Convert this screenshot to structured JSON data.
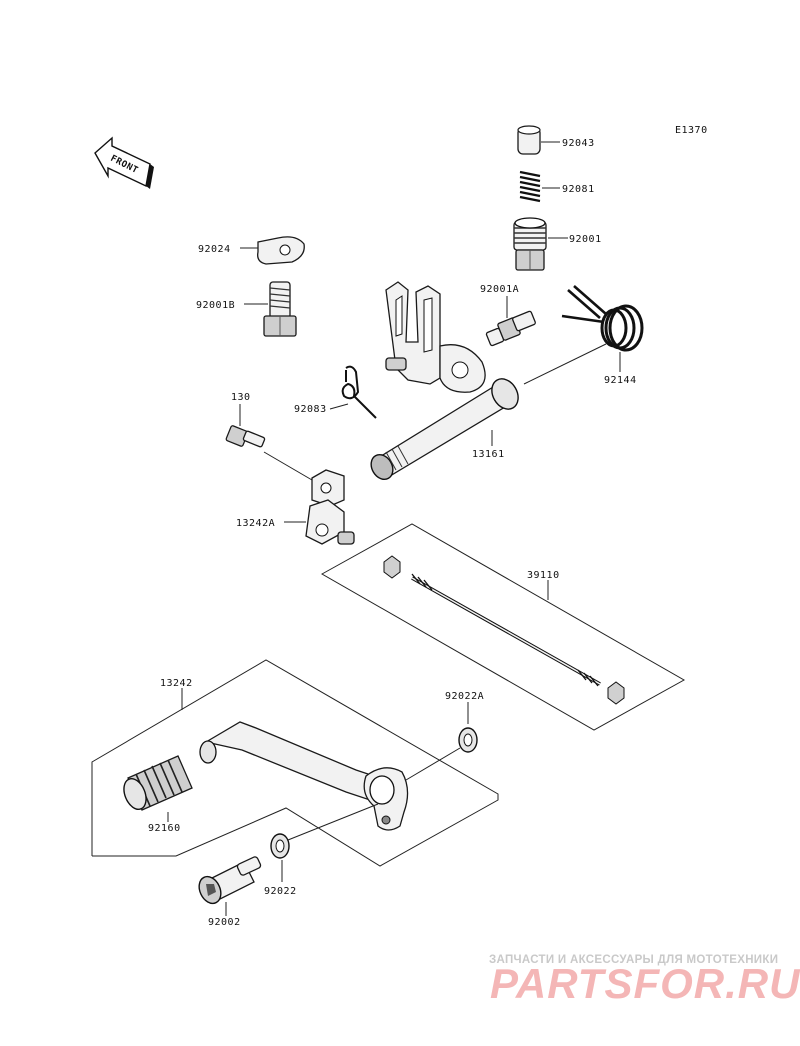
{
  "diagram_code": "E1370",
  "front_label": "FRONT",
  "part_labels": {
    "p92043": "92043",
    "p92081": "92081",
    "p92001": "92001",
    "p92024": "92024",
    "p92001B": "92001B",
    "p92001A": "92001A",
    "p92144": "92144",
    "p92083": "92083",
    "p130": "130",
    "p13161": "13161",
    "p13242A": "13242A",
    "p39110": "39110",
    "p13242": "13242",
    "p92022A": "92022A",
    "p92160": "92160",
    "p92022": "92022",
    "p92002": "92002"
  },
  "watermark": {
    "tagline": "ЗАПЧАСТИ И АКСЕССУАРЫ ДЛЯ МОТОТЕХНИКИ",
    "brand": "PARTSFOR.RU"
  }
}
